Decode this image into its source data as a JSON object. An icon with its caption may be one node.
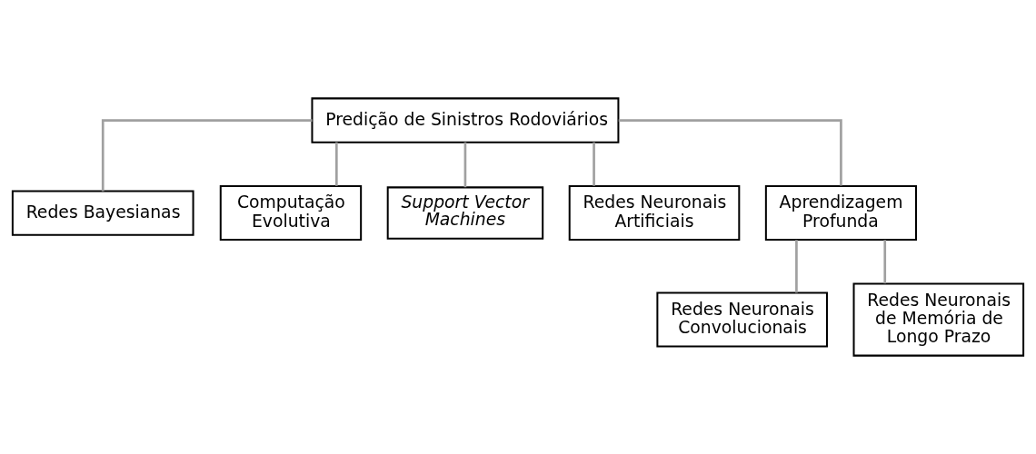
{
  "diagram": {
    "nodes": [
      {
        "text": [
          "Predição de Sinistros Rodoviários"
        ]
      },
      {
        "text": [
          "Redes Bayesianas"
        ]
      },
      {
        "text": [
          "Computação Evolutiva"
        ]
      },
      {
        "text": [
          "Support Vector Machines"
        ]
      },
      {
        "text": [
          "Redes Neuronais Artificiais"
        ]
      },
      {
        "text": [
          "Aprendizagem Profunda"
        ]
      },
      {
        "text": [
          "Redes Neuronais Convolucionais"
        ]
      },
      {
        "text": [
          "Redes Neuronais de Memória de Longo Prazo"
        ]
      }
    ],
    "edges": [
      {
        "from": 0,
        "to": 1,
        "arrow": "none"
      },
      {
        "from": 0,
        "to": 2,
        "arrow": "none"
      },
      {
        "from": 0,
        "to": 3,
        "arrow": "none"
      },
      {
        "from": 0,
        "to": 4,
        "arrow": "none"
      },
      {
        "from": 0,
        "to": 5,
        "arrow": "none"
      },
      {
        "from": 5,
        "to": 6,
        "arrow": "none"
      },
      {
        "from": 5,
        "to": 7,
        "arrow": "none"
      }
    ]
  }
}
